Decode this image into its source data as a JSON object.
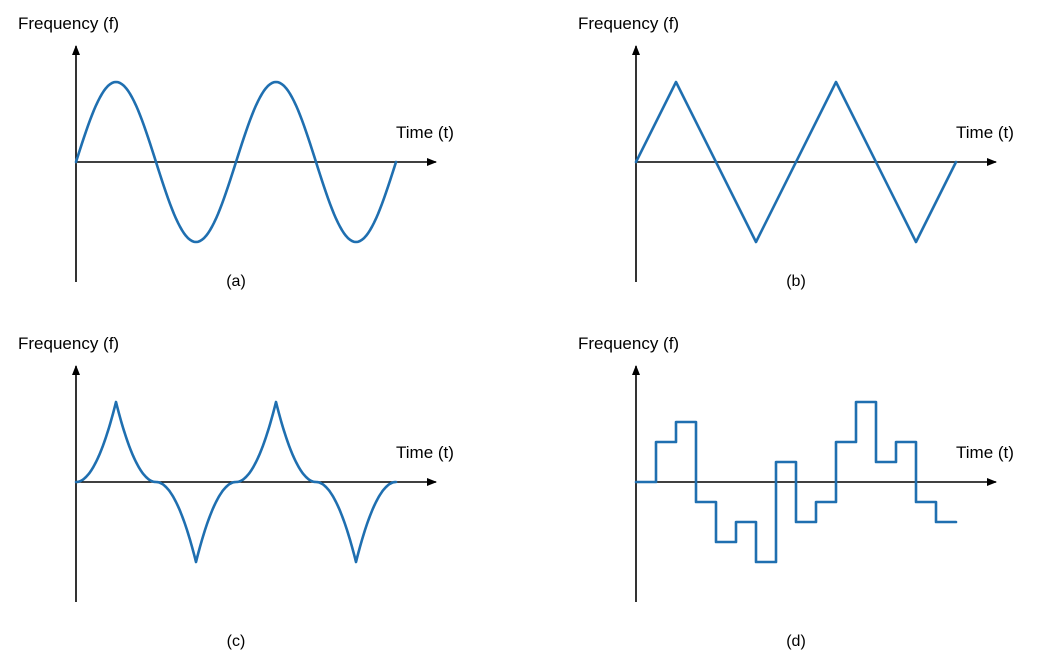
{
  "colors": {
    "waveform": "#1f6fb0",
    "axis": "#000000",
    "background": "#ffffff"
  },
  "panels": [
    {
      "id": "a",
      "y_label": "Frequency (f)",
      "x_label": "Time (t)",
      "caption": "(a)",
      "waveform": "sine"
    },
    {
      "id": "b",
      "y_label": "Frequency (f)",
      "x_label": "Time (t)",
      "caption": "(b)",
      "waveform": "triangle"
    },
    {
      "id": "c",
      "y_label": "Frequency (f)",
      "x_label": "Time (t)",
      "caption": "(c)",
      "waveform": "cusped"
    },
    {
      "id": "d",
      "y_label": "Frequency (f)",
      "x_label": "Time (t)",
      "caption": "(d)",
      "waveform": "stepped",
      "step_levels": [
        0,
        2,
        3,
        -1,
        -3,
        -2,
        -4,
        1,
        -2,
        -1,
        2,
        4,
        1,
        2,
        -1,
        -2
      ]
    }
  ]
}
